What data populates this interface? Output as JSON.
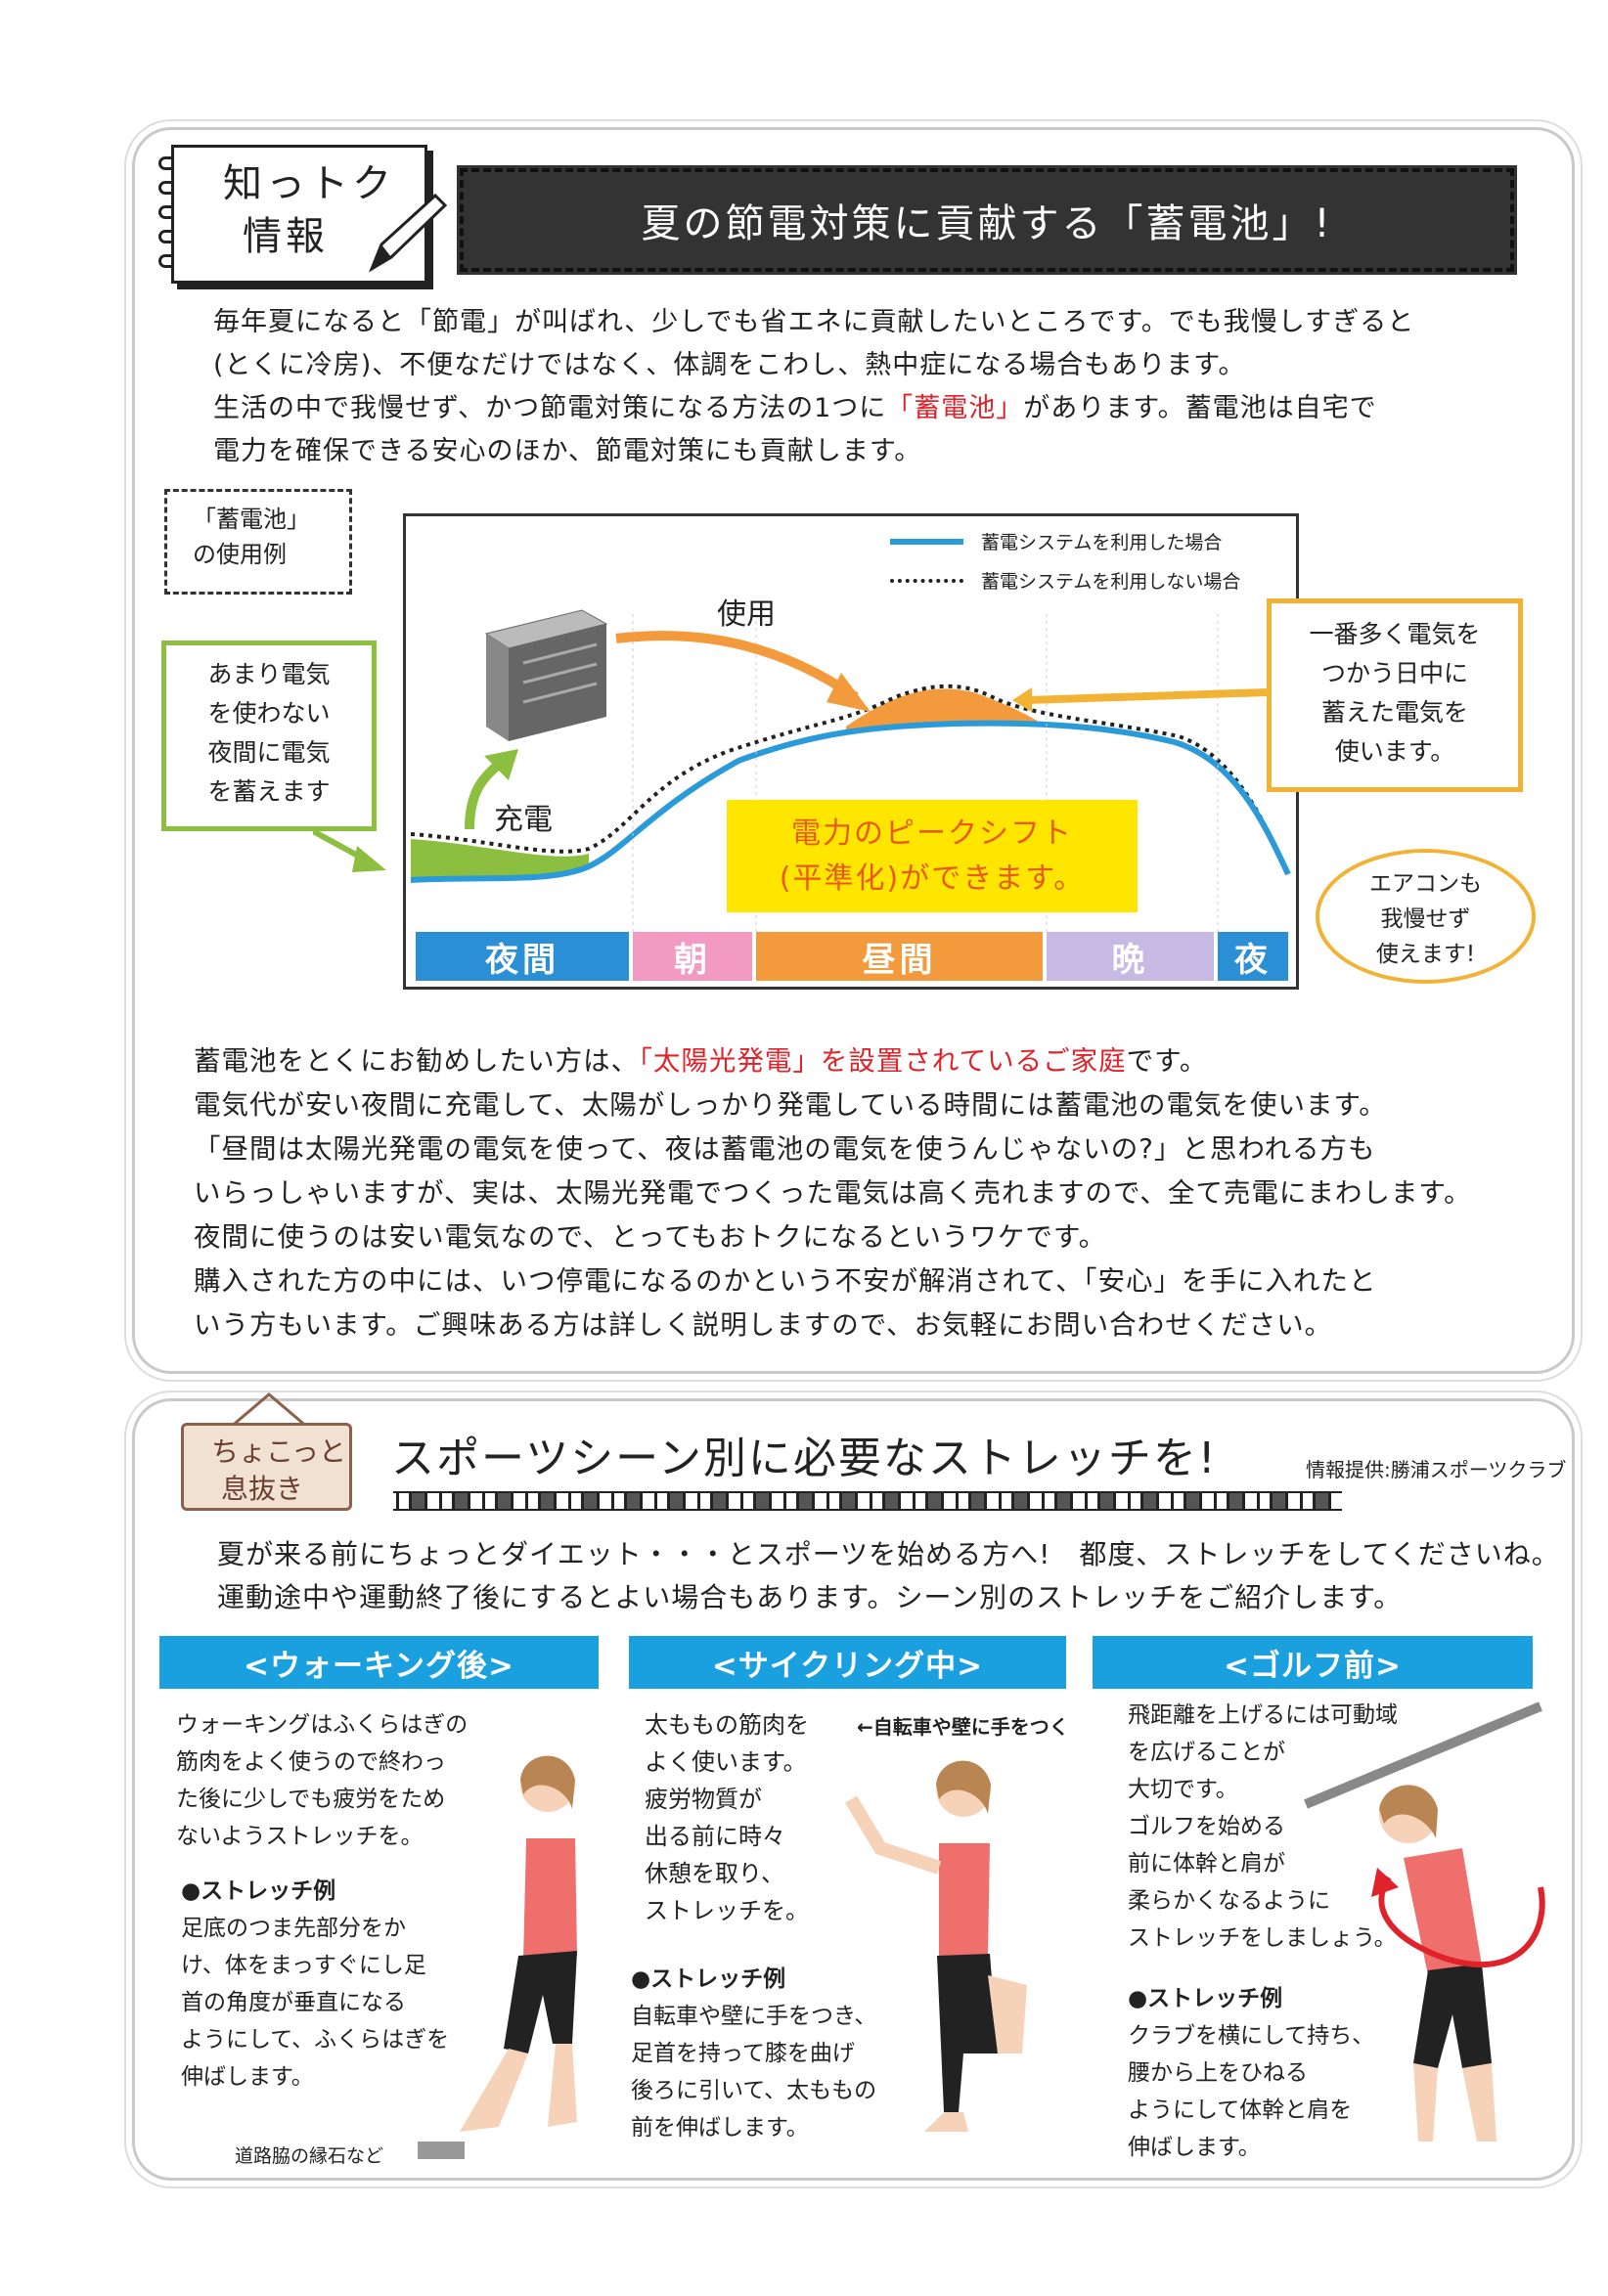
{
  "top": {
    "label_line1": "知っトク",
    "label_line2": "情報",
    "title": "夏の節電対策に貢献する「蓄電池」!",
    "intro": {
      "l1": "毎年夏になると「節電」が叫ばれ、少しでも省エネに貢献したいところです。でも我慢しすぎると",
      "l2": "(とくに冷房)、不便なだけではなく、体調をこわし、熱中症になる場合もあります。",
      "l3a": "生活の中で我慢せず、かつ節電対策になる方法の1つに",
      "l3b": "「蓄電池」",
      "l3c": "があります。蓄電池は自宅で",
      "l4": "電力を確保できる安心のほか、節電対策にも貢献します。"
    },
    "example_label_1": "「蓄電池」",
    "example_label_2": "の使用例",
    "green_note": [
      "あまり電気",
      "を使わない",
      "夜間に電気",
      "を蓄えます"
    ],
    "orange_note": [
      "一番多く電気を",
      "つかう日中に",
      "蓄えた電気を",
      "使います。"
    ],
    "bubble_note": [
      "エアコンも",
      "我慢せず",
      "使えます!"
    ],
    "chart": {
      "legend_with": "蓄電システムを利用した場合",
      "legend_without": "蓄電システムを利用しない場合",
      "use_label": "使用",
      "charge_label": "充電",
      "peak_shift_1": "電力のピークシフト",
      "peak_shift_2": "(平準化)ができます。",
      "periods": [
        {
          "label": "夜間",
          "color": "#2b8fd6"
        },
        {
          "label": "朝",
          "color": "#f29ac2"
        },
        {
          "label": "昼間",
          "color": "#f39a3c"
        },
        {
          "label": "晩",
          "color": "#c6b9e3"
        },
        {
          "label": "夜",
          "color": "#2b8fd6"
        }
      ],
      "colors": {
        "with": "#2a9ad8",
        "without": "#222222",
        "charge_area": "#8cbf3f",
        "use_area": "#f39a3c"
      }
    },
    "body": {
      "l1a": "蓄電池をとくにお勧めしたい方は、",
      "l1b": "「太陽光発電」を設置されているご家庭",
      "l1c": "です。",
      "l2": "電気代が安い夜間に充電して、太陽がしっかり発電している時間には蓄電池の電気を使います。",
      "l3": "「昼間は太陽光発電の電気を使って、夜は蓄電池の電気を使うんじゃないの?」と思われる方も",
      "l4": "いらっしゃいますが、実は、太陽光発電でつくった電気は高く売れますので、全て売電にまわします。",
      "l5": "夜間に使うのは安い電気なので、とってもおトクになるというワケです。",
      "l6": "購入された方の中には、いつ停電になるのかという不安が解消されて、「安心」を手に入れたと",
      "l7": "いう方もいます。ご興味ある方は詳しく説明しますので、お気軽にお問い合わせください。"
    }
  },
  "bottom": {
    "sign_line1": "ちょこっと",
    "sign_line2": "息抜き",
    "title": "スポーツシーン別に必要なストレッチを!",
    "credit": "情報提供:勝浦スポーツクラブ",
    "intro_l1": "夏が来る前にちょっとダイエット・・・とスポーツを始める方へ!　都度、ストレッチをしてくださいね。",
    "intro_l2": "運動途中や運動終了後にするとよい場合もあります。シーン別のストレッチをご紹介します。",
    "columns": [
      {
        "header": "<ウォーキング後>",
        "desc": [
          "ウォーキングはふくらはぎの",
          "筋肉をよく使うので終わっ",
          "た後に少しでも疲労をため",
          "ないようストレッチを。"
        ],
        "example_title": "●ストレッチ例",
        "example": [
          "足底のつま先部分をか",
          "け、体をまっすぐにし足",
          "首の角度が垂直になる",
          "ようにして、ふくらはぎを",
          "伸ばします。"
        ],
        "footnote": "道路脇の縁石など"
      },
      {
        "header": "<サイクリング中>",
        "desc": [
          "太ももの筋肉を",
          "よく使います。",
          "疲労物質が",
          "出る前に時々",
          "休憩を取り、",
          "ストレッチを。"
        ],
        "caption": "←自転車や壁に手をつく",
        "example_title": "●ストレッチ例",
        "example": [
          "自転車や壁に手をつき、",
          "足首を持って膝を曲げ",
          "後ろに引いて、太ももの",
          "前を伸ばします。"
        ]
      },
      {
        "header": "<ゴルフ前>",
        "desc": [
          "飛距離を上げるには可動域",
          "を広げることが",
          "大切です。",
          "ゴルフを始める",
          "前に体幹と肩が",
          "柔らかくなるように",
          "ストレッチをしましょう。"
        ],
        "example_title": "●ストレッチ例",
        "example": [
          "クラブを横にして持ち、",
          "腰から上をひねる",
          "ようにして体幹と肩を",
          "伸ばします。"
        ]
      }
    ]
  }
}
